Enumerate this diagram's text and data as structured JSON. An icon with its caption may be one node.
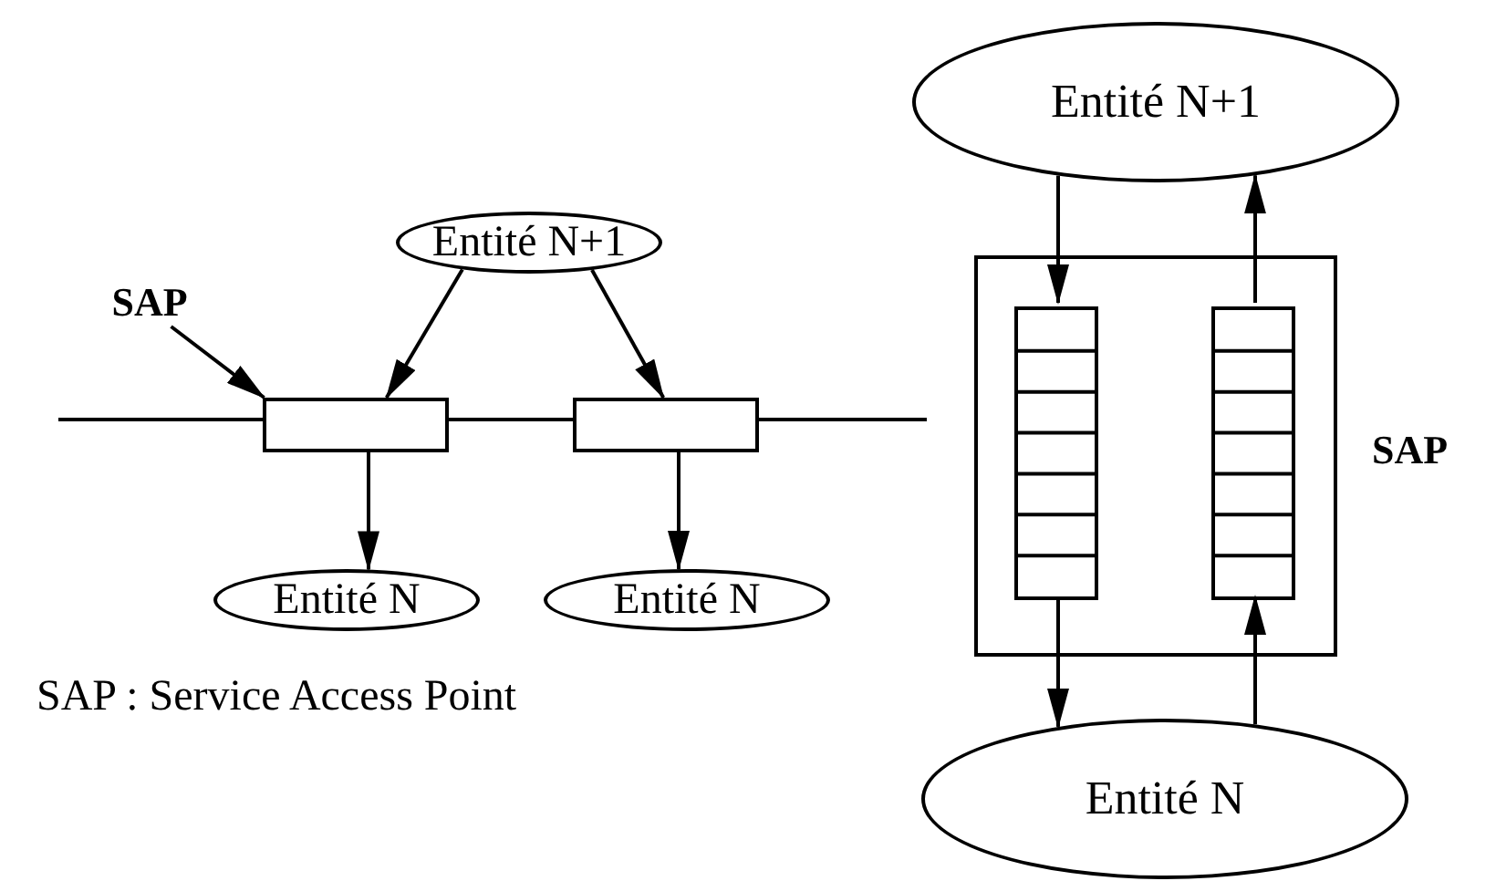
{
  "diagram": {
    "nodes": [
      {
        "text": [
          "Entité N+1"
        ]
      },
      {
        "text": [
          "SAP"
        ]
      },
      {
        "text": [],
        "shape": "box"
      },
      {
        "text": [],
        "shape": "box"
      },
      {
        "text": [
          "Entité N"
        ]
      },
      {
        "text": [
          "Entité N"
        ]
      },
      {
        "text": [
          "Entité N+1"
        ]
      },
      {
        "text": [],
        "shape": "box",
        "beside": [
          "SAP"
        ]
      },
      {
        "text": [],
        "shape": "box",
        "in": 7
      },
      {
        "text": [],
        "shape": "box",
        "in": 7
      },
      {
        "text": [
          "Entité N"
        ]
      }
    ],
    "edges": [
      {
        "from": 0,
        "to": 2,
        "arrow": "to"
      },
      {
        "from": 0,
        "to": 3,
        "arrow": "to"
      },
      {
        "from": 1,
        "to": 2,
        "arrow": "to"
      },
      {
        "from": null,
        "to": 2,
        "arrow": "none"
      },
      {
        "from": 2,
        "to": 3,
        "arrow": "none"
      },
      {
        "from": 3,
        "to": null,
        "arrow": "none"
      },
      {
        "from": 2,
        "to": 4,
        "arrow": "to"
      },
      {
        "from": 3,
        "to": 5,
        "arrow": "to"
      },
      {
        "from": 6,
        "to": 8,
        "arrow": "to"
      },
      {
        "from": 8,
        "to": 10,
        "arrow": "to"
      },
      {
        "from": 10,
        "to": 9,
        "arrow": "to"
      },
      {
        "from": 9,
        "to": 6,
        "arrow": "to"
      }
    ],
    "labels": [
      "SAP : Service Access Point"
    ]
  }
}
